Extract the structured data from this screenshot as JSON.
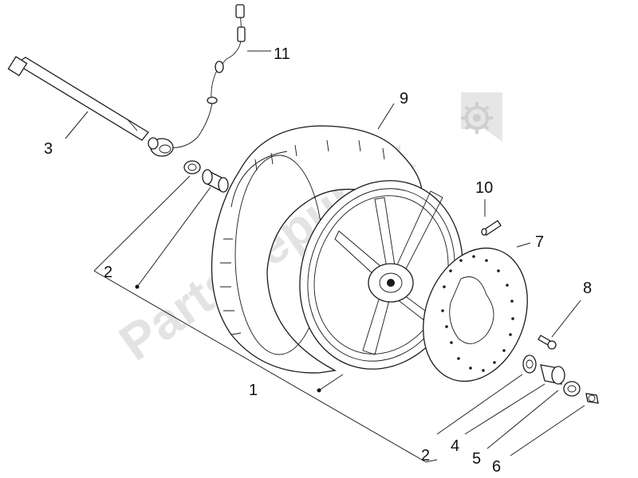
{
  "watermark": {
    "text": "PartsRepublik",
    "icon": "gear-icon"
  },
  "callouts": {
    "p1": "1",
    "p2a": "2",
    "p2b": "2",
    "p3": "3",
    "p4": "4",
    "p5": "5",
    "p6": "6",
    "p7": "7",
    "p8": "8",
    "p9": "9",
    "p10": "10",
    "p11": "11"
  }
}
